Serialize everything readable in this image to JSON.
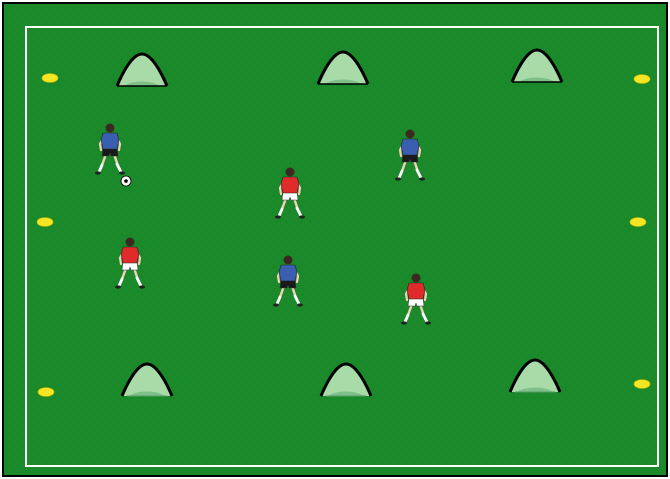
{
  "pitch": {
    "grass_color": "#1a8a2a",
    "grass_dark": "#157a23",
    "line_color": "#ffffff",
    "border_color": "#000000"
  },
  "goals": {
    "fill": "#a8dba8",
    "fill_shade": "#7fc08a",
    "outline": "#000000",
    "top": [
      {
        "id": "goal-top-left",
        "facing": "down"
      },
      {
        "id": "goal-top-center",
        "facing": "down"
      },
      {
        "id": "goal-top-right",
        "facing": "down"
      }
    ],
    "bottom": [
      {
        "id": "goal-bottom-left",
        "facing": "up"
      },
      {
        "id": "goal-bottom-center",
        "facing": "up"
      },
      {
        "id": "goal-bottom-right",
        "facing": "up"
      }
    ]
  },
  "cones": {
    "color": "#f5e625",
    "items": [
      "cone-left-top",
      "cone-left-middle",
      "cone-left-bottom",
      "cone-right-top",
      "cone-right-middle",
      "cone-right-bottom"
    ]
  },
  "teams": {
    "blue": {
      "shirt": "#3a5fb0",
      "shorts": "#1a1a1a",
      "socks": "#ffffff",
      "players": 3
    },
    "red": {
      "shirt": "#e02b2b",
      "shorts": "#ffffff",
      "socks": "#ffffff",
      "players": 3
    }
  },
  "ball": {
    "color": "#ffffff",
    "pattern": "#000000"
  }
}
